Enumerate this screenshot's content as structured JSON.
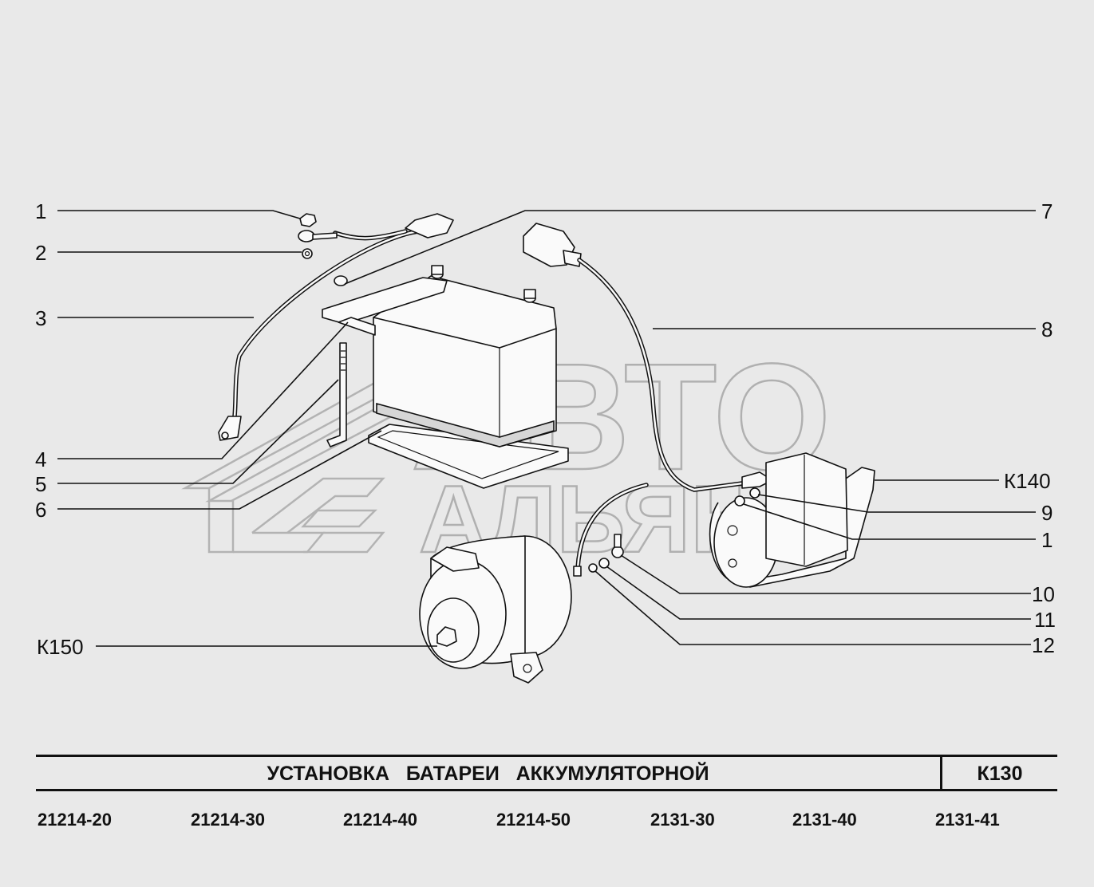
{
  "title": "УСТАНОВКА   БАТАРЕИ   АККУМУЛЯТОРНОЙ",
  "section_code": "К130",
  "watermark": {
    "line1": "АВТО",
    "line2": "АЛЬЯНС"
  },
  "callouts": {
    "c1_top": "1",
    "c2": "2",
    "c3": "3",
    "c4": "4",
    "c5": "5",
    "c6": "6",
    "c7": "7",
    "c8": "8",
    "k140": "К140",
    "c9": "9",
    "c1_right": "1",
    "c10": "10",
    "c11": "11",
    "c12": "12",
    "k150": "К150"
  },
  "models": [
    "21214-20",
    "21214-30",
    "21214-40",
    "21214-50",
    "2131-30",
    "2131-40",
    "2131-41"
  ],
  "colors": {
    "background": "#e9e9e9",
    "ink": "#111111",
    "watermark": "#b3b3b3"
  }
}
